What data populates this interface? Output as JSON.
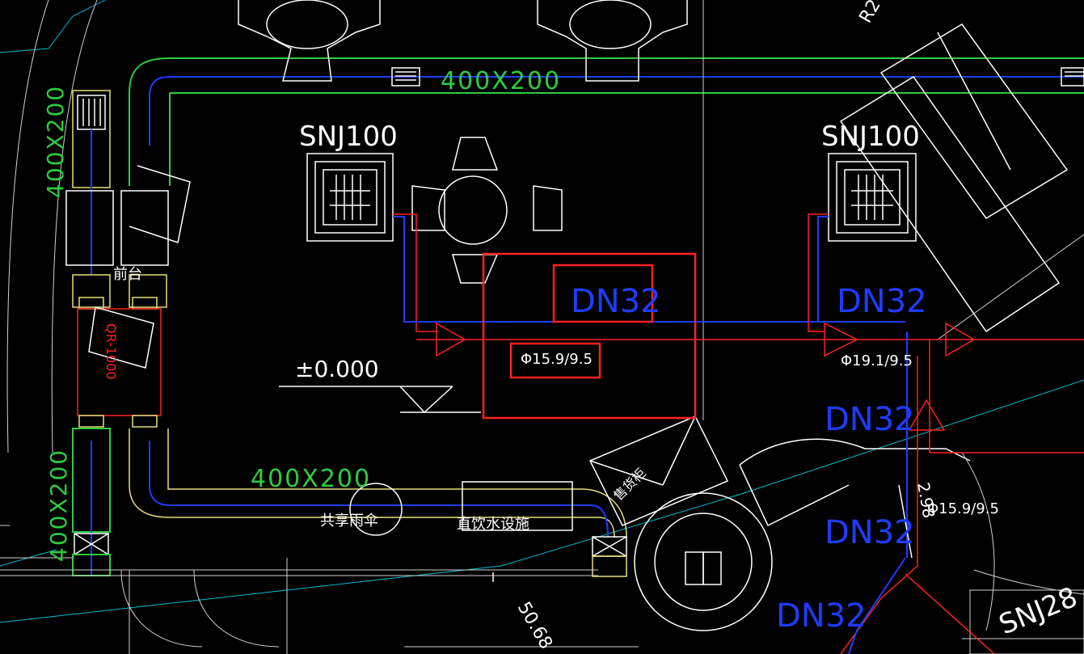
{
  "colors": {
    "background": "#000000",
    "duct": "#2ecc40",
    "pipe_blue": "#1f3cff",
    "refrigerant": "#ff2020",
    "highlight": "#ff2020",
    "drawing": "#ffffff",
    "yellow": "#e6e07a",
    "cyan": "#00bcd4"
  },
  "labels": {
    "duct_top": "400X200",
    "duct_bottom": "400X200",
    "duct_left_upper": "400X200",
    "duct_left_lower": "400X200",
    "unit_left": "SNJ100",
    "unit_right": "SNJ100",
    "unit_corner": "SNJ28",
    "dn_highlight": "DN32",
    "dn_right_top": "DN32",
    "dn_right_mid": "DN32",
    "dn_right_lower": "DN32",
    "dn_bottom": "DN32",
    "pipe_highlight": "Φ15.9/9.5",
    "pipe_right": "Φ19.1/9.5",
    "pipe_bottom_right": "Φ15.9/9.5",
    "elevation": "±0.000",
    "front_desk": "前台",
    "hrv_unit": "QR-1000",
    "umbrella": "共享雨伞",
    "water": "直饮水设施",
    "vending": "售货柜",
    "dim_right": "2.98",
    "dim_bottom": "50.68",
    "top_corner": "R2"
  }
}
